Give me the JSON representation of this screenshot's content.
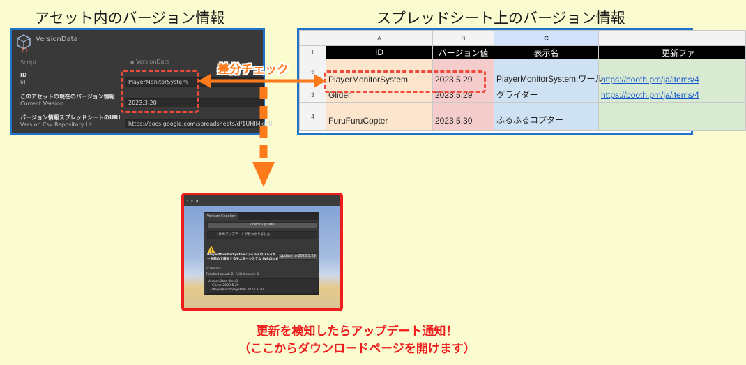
{
  "headings": {
    "left": "アセット内のバージョン情報",
    "right": "スプレッドシート上のバージョン情報"
  },
  "inspector": {
    "title": "VersionData",
    "icon": "scriptable-object-icon",
    "script_label": "Script",
    "script_value": "VersionData",
    "id_label_ja": "ID",
    "id_label": "Id",
    "id_value": "PlayerMonitorSystem",
    "version_label_ja": "このアセットの現在のバージョン情報",
    "version_label": "Current Version",
    "version_value": "2023.3.20",
    "uri_label_ja": "バージョン情報スプレッドシートのURI",
    "uri_label": "Version Csv Repository Uri",
    "uri_value": "https://docs.google.com/spreadsheets/d/1UHJMkd4I"
  },
  "arrow": {
    "compare_label": "差分チェック",
    "color": "#ff7a1a"
  },
  "spreadsheet": {
    "column_letters": [
      "A",
      "B",
      "C",
      ""
    ],
    "row_numbers": [
      "1",
      "2",
      "3",
      "4"
    ],
    "headers": [
      "ID",
      "バージョン値",
      "表示名",
      "更新ファ"
    ],
    "rows": [
      {
        "id": "PlayerMonitorSystem",
        "version": "2023.5.29",
        "name": "PlayerMonitorSystem:ワール",
        "url": "https://booth.pm/ja/items/4"
      },
      {
        "id": "Glider",
        "version": "2023.5.29",
        "name": "グライダー",
        "url": "https://booth.pm/ja/items/4"
      },
      {
        "id": "FuruFuruCopter",
        "version": "2023.5.30",
        "name": "ふるふるコプター",
        "url": ""
      }
    ]
  },
  "checker": {
    "tab": "Version Checker",
    "check_button": "Check Update",
    "status": "1件のアップデートが見つかりました",
    "item_text_1": "PlayerMonitorSystem:ワールドのプレイヤ",
    "item_text_2": "ーを眺めて検知するモニターシステム [VRChat]",
    "update_button": "Update to 2023.5.29",
    "details": "▽ Details...",
    "fetched": "Fetched count: 2, Failed count: 0",
    "files_title": "VersionData files:2",
    "file_1": "- Glider 2023.5.29",
    "file_2": "- PlayerMonitorSystem   2023.3.20"
  },
  "caption": {
    "line1": "更新を検知したらアップデート通知！",
    "line2": "（ここからダウンロードページを開けます）"
  }
}
